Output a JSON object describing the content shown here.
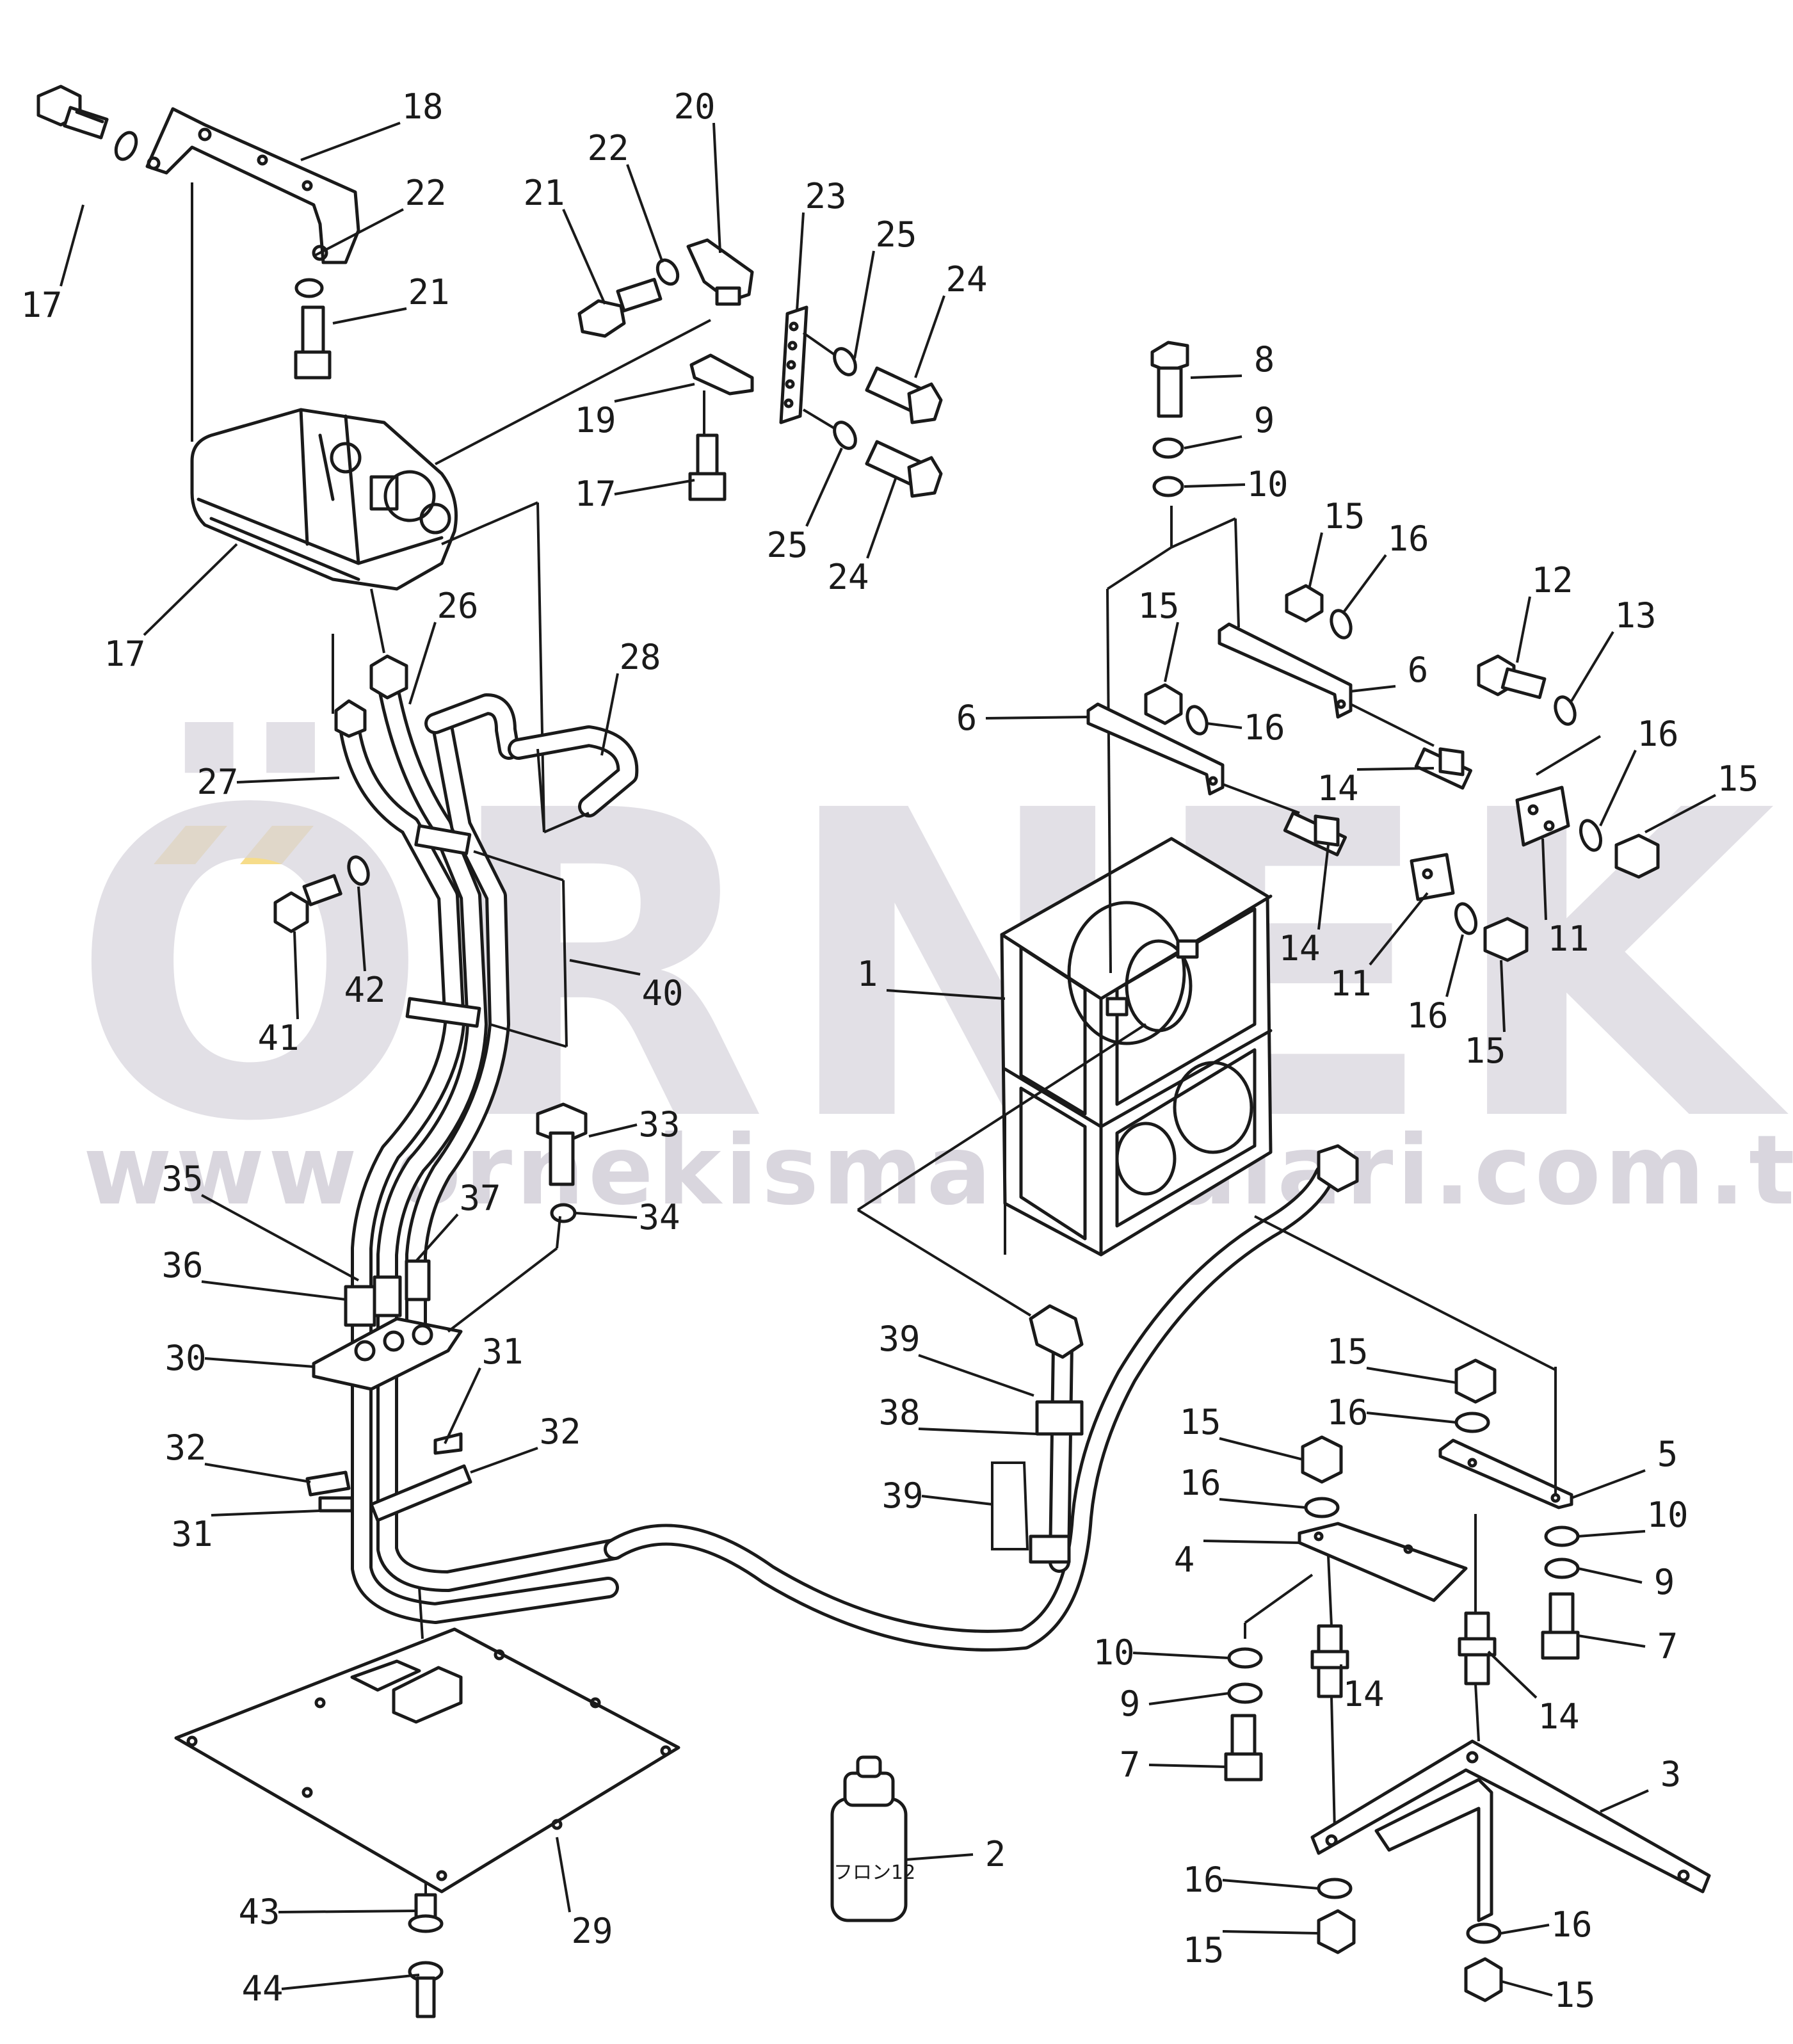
{
  "watermark": {
    "brand": "ÖRNEK",
    "url": "www.ornekismakinalari.com.tr",
    "accent_color": "#f6dc8a"
  },
  "bottle_label": "フロン12",
  "callouts": [
    {
      "id": "c18a",
      "text": "18"
    },
    {
      "id": "c17a",
      "text": "17"
    },
    {
      "id": "c22a",
      "text": "22"
    },
    {
      "id": "c21a",
      "text": "21"
    },
    {
      "id": "c17b",
      "text": "17"
    },
    {
      "id": "c20",
      "text": "20"
    },
    {
      "id": "c22b",
      "text": "22"
    },
    {
      "id": "c21b",
      "text": "21"
    },
    {
      "id": "c23",
      "text": "23"
    },
    {
      "id": "c25a",
      "text": "25"
    },
    {
      "id": "c24a",
      "text": "24"
    },
    {
      "id": "c19",
      "text": "19"
    },
    {
      "id": "c17c",
      "text": "17"
    },
    {
      "id": "c25b",
      "text": "25"
    },
    {
      "id": "c24b",
      "text": "24"
    },
    {
      "id": "c26",
      "text": "26"
    },
    {
      "id": "c28",
      "text": "28"
    },
    {
      "id": "c27",
      "text": "27"
    },
    {
      "id": "c8",
      "text": "8"
    },
    {
      "id": "c9a",
      "text": "9"
    },
    {
      "id": "c10a",
      "text": "10"
    },
    {
      "id": "c15a",
      "text": "15"
    },
    {
      "id": "c16a",
      "text": "16"
    },
    {
      "id": "c12",
      "text": "12"
    },
    {
      "id": "c13",
      "text": "13"
    },
    {
      "id": "c15b",
      "text": "15"
    },
    {
      "id": "c6a",
      "text": "6"
    },
    {
      "id": "c6b",
      "text": "6"
    },
    {
      "id": "c16b",
      "text": "16"
    },
    {
      "id": "c16c",
      "text": "16"
    },
    {
      "id": "c15c",
      "text": "15"
    },
    {
      "id": "c14a",
      "text": "14"
    },
    {
      "id": "c14b",
      "text": "14"
    },
    {
      "id": "c11a",
      "text": "11"
    },
    {
      "id": "c11b",
      "text": "11"
    },
    {
      "id": "c16d",
      "text": "16"
    },
    {
      "id": "c15d",
      "text": "15"
    },
    {
      "id": "c1",
      "text": "1"
    },
    {
      "id": "c41",
      "text": "41"
    },
    {
      "id": "c42",
      "text": "42"
    },
    {
      "id": "c40",
      "text": "40"
    },
    {
      "id": "c33",
      "text": "33"
    },
    {
      "id": "c35",
      "text": "35"
    },
    {
      "id": "c37",
      "text": "37"
    },
    {
      "id": "c34",
      "text": "34"
    },
    {
      "id": "c36",
      "text": "36"
    },
    {
      "id": "c30",
      "text": "30"
    },
    {
      "id": "c31a",
      "text": "31"
    },
    {
      "id": "c32a",
      "text": "32"
    },
    {
      "id": "c32b",
      "text": "32"
    },
    {
      "id": "c31b",
      "text": "31"
    },
    {
      "id": "c39a",
      "text": "39"
    },
    {
      "id": "c38",
      "text": "38"
    },
    {
      "id": "c39b",
      "text": "39"
    },
    {
      "id": "c15e",
      "text": "15"
    },
    {
      "id": "c16e",
      "text": "16"
    },
    {
      "id": "c15f",
      "text": "15"
    },
    {
      "id": "c16f",
      "text": "16"
    },
    {
      "id": "c5",
      "text": "5"
    },
    {
      "id": "c10b",
      "text": "10"
    },
    {
      "id": "c4",
      "text": "4"
    },
    {
      "id": "c9b",
      "text": "9"
    },
    {
      "id": "c7a",
      "text": "7"
    },
    {
      "id": "c10c",
      "text": "10"
    },
    {
      "id": "c14c",
      "text": "14"
    },
    {
      "id": "c9c",
      "text": "9"
    },
    {
      "id": "c14d",
      "text": "14"
    },
    {
      "id": "c7b",
      "text": "7"
    },
    {
      "id": "c3",
      "text": "3"
    },
    {
      "id": "c2",
      "text": "2"
    },
    {
      "id": "c29",
      "text": "29"
    },
    {
      "id": "c43",
      "text": "43"
    },
    {
      "id": "c44",
      "text": "44"
    },
    {
      "id": "c16g",
      "text": "16"
    },
    {
      "id": "c15g",
      "text": "15"
    },
    {
      "id": "c16h",
      "text": "16"
    },
    {
      "id": "c15h",
      "text": "15"
    }
  ]
}
